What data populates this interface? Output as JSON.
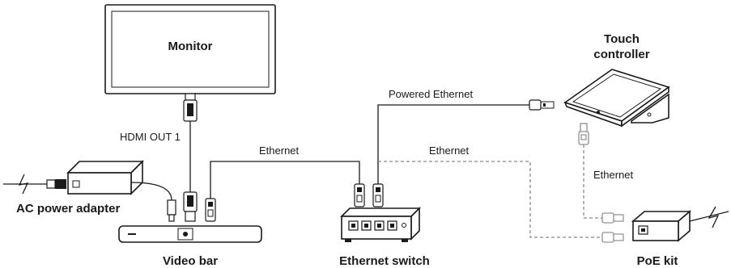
{
  "devices": {
    "monitor": "Monitor",
    "touch_controller_line1": "Touch",
    "touch_controller_line2": "controller",
    "ac_power_adapter": "AC power adapter",
    "video_bar": "Video bar",
    "ethernet_switch": "Ethernet switch",
    "poe_kit": "PoE kit"
  },
  "connections": {
    "hdmi_out": "HDMI OUT 1",
    "powered_ethernet": "Powered Ethernet",
    "ethernet_bar_switch": "Ethernet",
    "ethernet_switch_poe": "Ethernet",
    "ethernet_controller_poe": "Ethernet"
  }
}
